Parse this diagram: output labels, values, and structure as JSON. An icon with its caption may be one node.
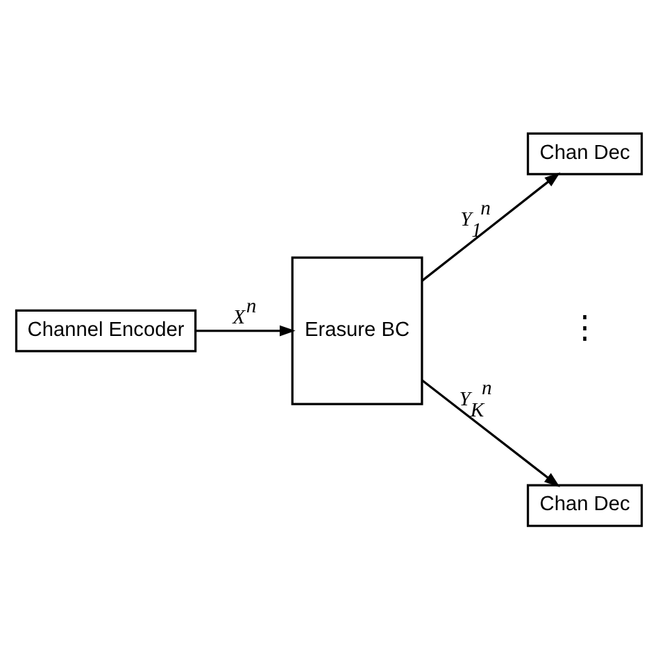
{
  "diagram": {
    "nodes": [
      {
        "text": [
          "Channel Encoder"
        ]
      },
      {
        "text": [
          "Erasure BC"
        ]
      },
      {
        "text": [
          "Chan Dec"
        ]
      },
      {
        "text": [
          "Chan Dec"
        ]
      }
    ],
    "edges": [
      {
        "from": 0,
        "to": 1,
        "arrow": "to",
        "label": "X$^{n}$"
      },
      {
        "from": 1,
        "to": 2,
        "arrow": "to",
        "label": "Y$_{1}$$^{n}$"
      },
      {
        "from": 1,
        "to": 3,
        "arrow": "to",
        "label": "Y$_{K}$$^{n}$"
      }
    ],
    "labels": [
      "⋮"
    ]
  }
}
